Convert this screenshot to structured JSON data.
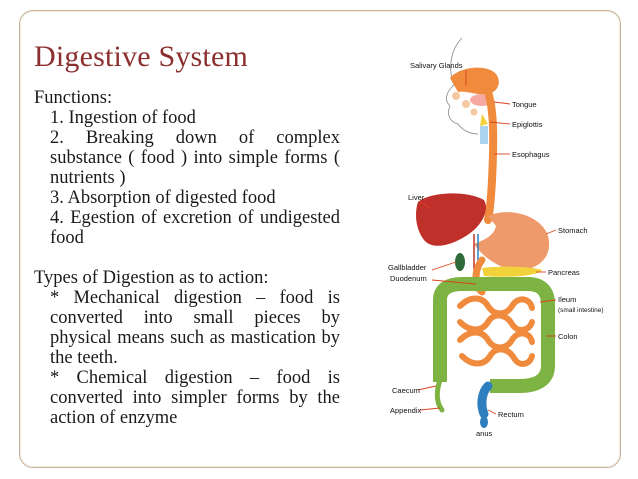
{
  "slide": {
    "title": "Digestive System",
    "functions_heading": "Functions:",
    "functions": [
      "1. Ingestion of food",
      "2. Breaking down of complex substance ( food ) into simple forms ( nutrients )",
      "3. Absorption of digested food",
      "4. Egestion of excretion of undigested food"
    ],
    "types_heading": "Types of Digestion as to action:",
    "types": [
      "* Mechanical digestion – food is converted into small pieces by physical means such as mastication by the teeth.",
      "* Chemical digestion – food is converted into simpler forms by the action of enzyme"
    ]
  },
  "diagram": {
    "labels": {
      "salivary_glands": "Salivary Glands",
      "tongue": "Tongue",
      "epiglottis": "Epiglottis",
      "esophagus": "Esophagus",
      "liver": "Liver",
      "stomach": "Stomach",
      "gallbladder": "Gallbladder",
      "duodenum": "Duodenum",
      "pancreas": "Pancreas",
      "ileum": "Ileum",
      "small_intestine": "(small intestine)",
      "colon": "Colon",
      "caecum": "Caecum",
      "appendix": "Appendix",
      "rectum": "Rectum",
      "anus": "anus"
    },
    "colors": {
      "title": "#8b2f2f",
      "tract_orange": "#f08a3c",
      "liver_red": "#c0302a",
      "colon_green": "#7cb342",
      "rectum_blue": "#2f7fbf",
      "pancreas_yellow": "#f2d23a"
    }
  }
}
